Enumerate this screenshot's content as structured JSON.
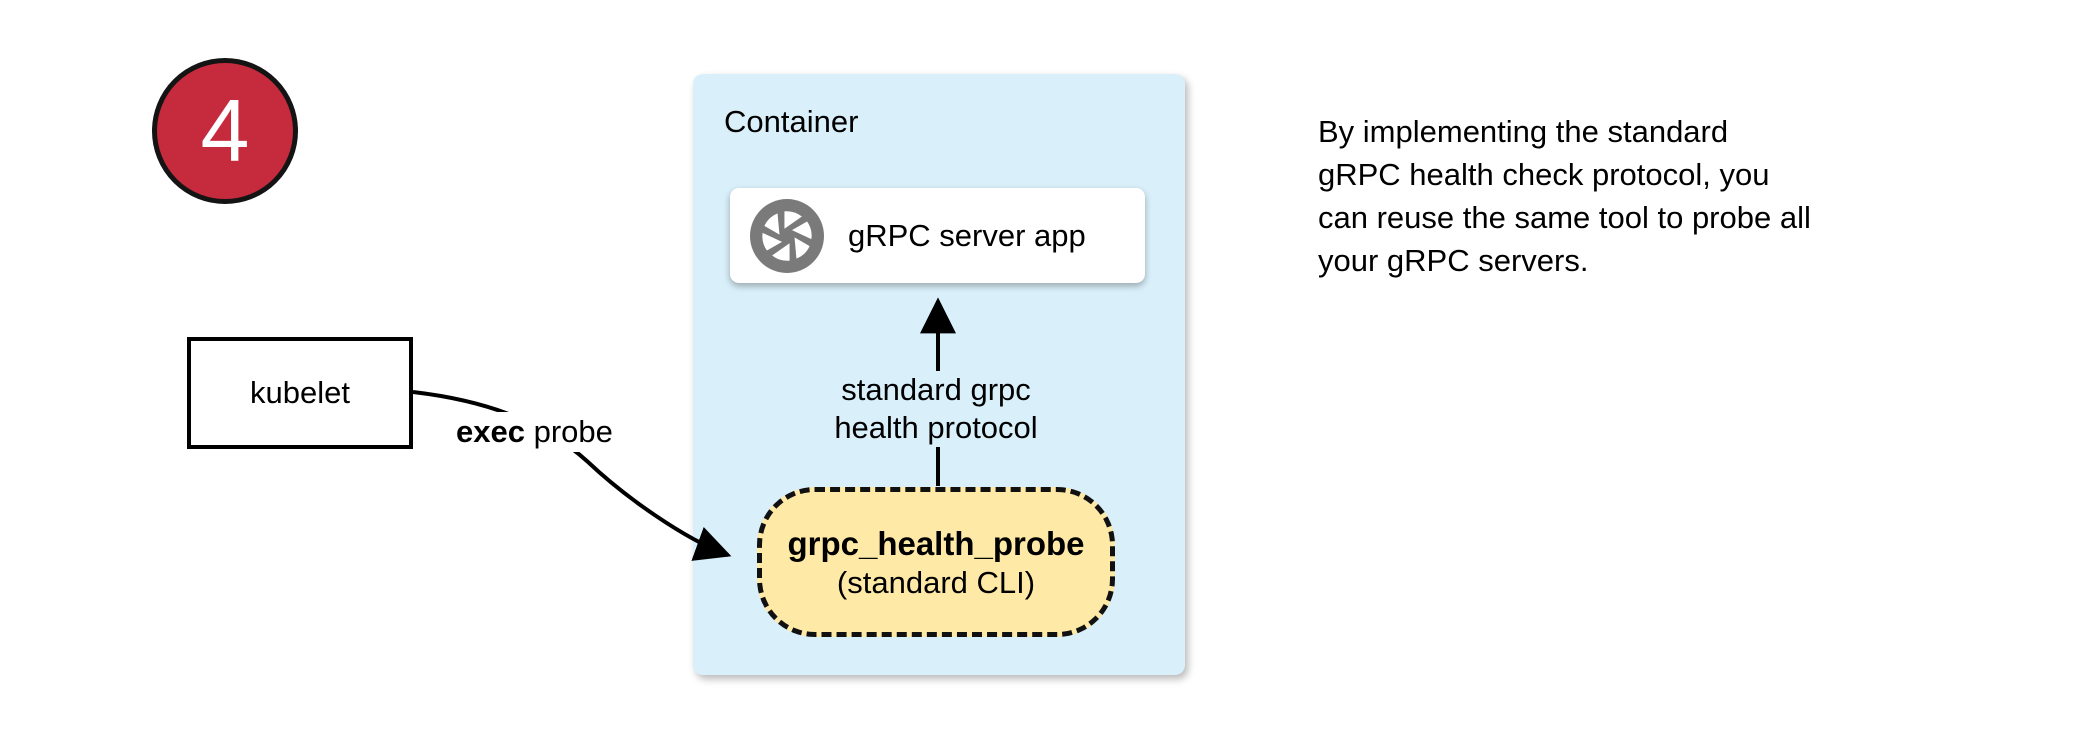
{
  "colors": {
    "badge_red": "#C52B3C",
    "container_blue": "#D9EFFA",
    "probe_yellow": "#FFE9A6",
    "icon_gray": "#7A7A7A",
    "arrow_black": "#000000"
  },
  "badge": {
    "number": "4"
  },
  "kubelet": {
    "label": "kubelet"
  },
  "container": {
    "title": "Container",
    "server": {
      "label": "gRPC server app",
      "icon": "aperture-icon"
    },
    "probe": {
      "name": "grpc_health_probe",
      "type": "(standard CLI)"
    }
  },
  "edges": {
    "exec_probe": {
      "bold": "exec",
      "rest": " probe"
    },
    "health_protocol": {
      "line1": "standard grpc",
      "line2": "health protocol"
    }
  },
  "note": {
    "lines": [
      "By implementing the standard",
      "gRPC health check protocol, you",
      "can reuse the same tool to probe all",
      "your gRPC servers."
    ]
  }
}
